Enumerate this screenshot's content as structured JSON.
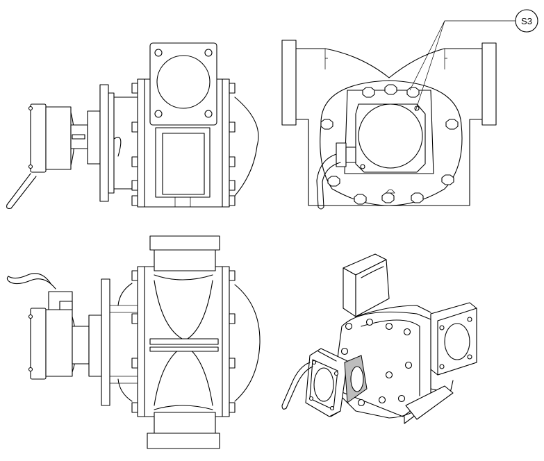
{
  "callouts": [
    {
      "id": "S3",
      "label": "S3"
    }
  ],
  "views": [
    {
      "id": "side-view-top"
    },
    {
      "id": "front-view"
    },
    {
      "id": "top-view"
    },
    {
      "id": "isometric-view"
    }
  ]
}
